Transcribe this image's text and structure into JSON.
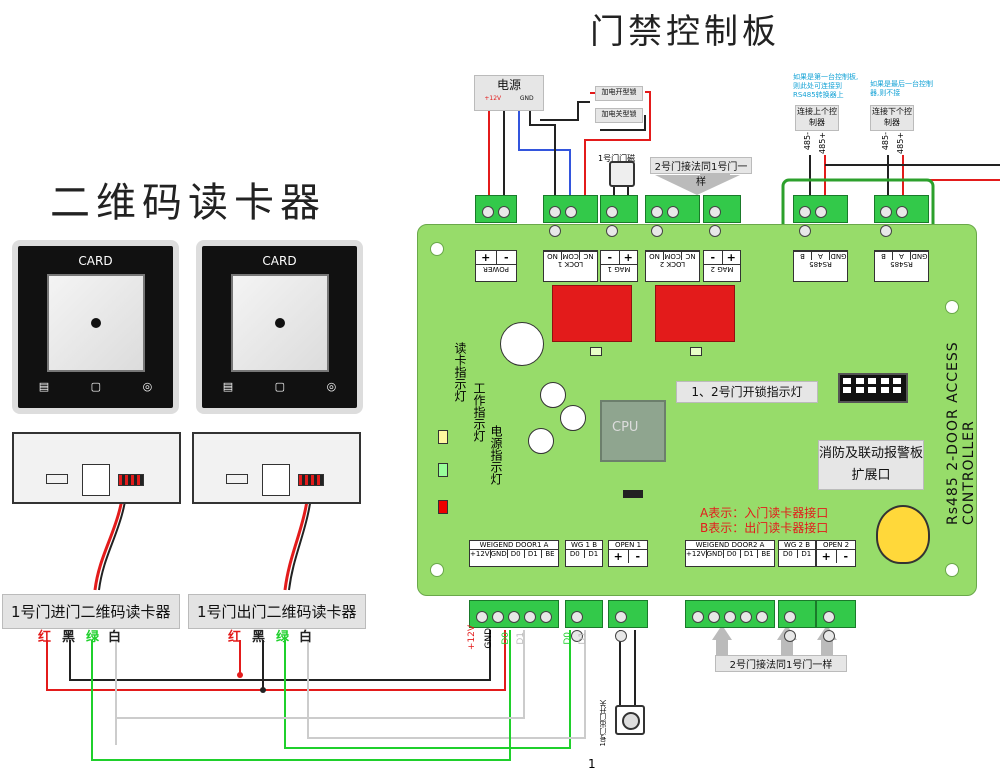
{
  "title": "门禁控制板",
  "reader_title": "二维码读卡器",
  "readers": [
    {
      "card_text": "CARD",
      "label": "1号门进门二维码读卡器"
    },
    {
      "card_text": "CARD",
      "label": "1号门出门二维码读卡器"
    }
  ],
  "wire_colors": {
    "red": "红",
    "black": "黑",
    "green": "绿",
    "white": "白"
  },
  "power": {
    "title": "电源",
    "pin_plus": "+12V",
    "pin_gnd": "GND",
    "gnd2": "GND"
  },
  "locks": {
    "power_on": "加电开型锁",
    "power_off": "加电关型锁"
  },
  "door_sensor": "1号门门磁",
  "same_as_door1_top": "2号门接法同1号门一样",
  "same_as_door1_bottom": "2号门接法同1号门一样",
  "rs485_note_left": "如果是第一台控制板,则此处可连接到RS485转换器上",
  "rs485_note_right": "如果是最后一台控制器,则不接",
  "rs485_prev": "连接上个控制器",
  "rs485_next": "连接下个控制器",
  "rs485_pins": {
    "minus": "485-",
    "plus": "485+"
  },
  "terminal_labels": {
    "power": "POWER",
    "lock1": "LOCK 1",
    "mag1": "MAG 1",
    "lock2": "LOCK 2",
    "mag2": "MAG 2",
    "rs485": "RS485",
    "pins_plus_minus": [
      "+",
      "-"
    ],
    "pins_lock": [
      "NC",
      "COM",
      "NO"
    ],
    "pins_485": [
      "GND",
      "A",
      "B"
    ]
  },
  "leds": {
    "read": "读卡指示灯",
    "work": "工作指示灯",
    "power": "电源指示灯"
  },
  "unlock_led": "1、2号门开锁指示灯",
  "cpu": "CPU",
  "fire_alarm": "消防及联动报警板扩展口",
  "ab_note": {
    "a": "A表示：入门读卡器接口",
    "b": "B表示：出门读卡器接口"
  },
  "board_name": "Rs485 2-DOOR ACCESS CONTROLLER",
  "bottom_blocks": {
    "wg1": {
      "title": "WEIGEND DOOR1 A",
      "pins": [
        "+12V",
        "GND",
        "D0",
        "D1",
        "BE"
      ]
    },
    "wg1b": {
      "title": "WG 1 B",
      "pins": [
        "D0",
        "D1"
      ]
    },
    "open1": {
      "title": "OPEN 1",
      "pins": [
        "+",
        "-"
      ]
    },
    "wg2": {
      "title": "WEIGEND DOOR2 A",
      "pins": [
        "+12V",
        "GND",
        "D0",
        "D1",
        "BE"
      ]
    },
    "wg2b": {
      "title": "WG 2 B",
      "pins": [
        "D0",
        "D1"
      ]
    },
    "open2": {
      "title": "OPEN 2",
      "pins": [
        "+",
        "-"
      ]
    }
  },
  "bottom_wire_labels": {
    "v12": "+12V",
    "gnd": "GND",
    "d0": "D0",
    "d1": "D1",
    "d0b": "D0",
    "d1b": "D1"
  },
  "exit_button": "1号门出门开关",
  "exit_num": "1"
}
